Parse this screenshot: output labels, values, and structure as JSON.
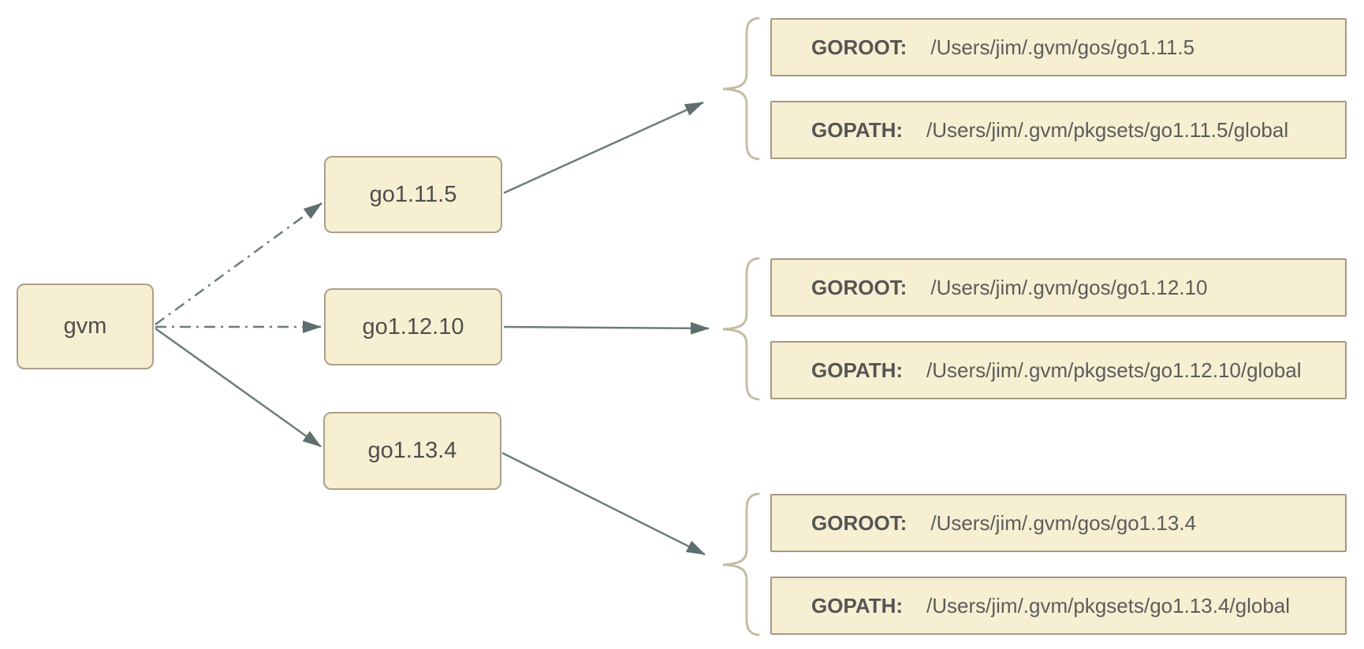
{
  "diagram": {
    "root": {
      "label": "gvm"
    },
    "labels": {
      "goroot": "GOROOT:",
      "gopath": "GOPATH:"
    },
    "versions": [
      {
        "label": "go1.11.5",
        "goroot": "/Users/jim/.gvm/gos/go1.11.5",
        "gopath": "/Users/jim/.gvm/pkgsets/go1.11.5/global",
        "link_from_root": "dash-dot"
      },
      {
        "label": "go1.12.10",
        "goroot": "/Users/jim/.gvm/gos/go1.12.10",
        "gopath": "/Users/jim/.gvm/pkgsets/go1.12.10/global",
        "link_from_root": "dash-dot"
      },
      {
        "label": "go1.13.4",
        "goroot": "/Users/jim/.gvm/gos/go1.13.4",
        "gopath": "/Users/jim/.gvm/pkgsets/go1.13.4/global",
        "link_from_root": "solid"
      }
    ],
    "colors": {
      "background": "#ffffff",
      "box_fill": "#f6efd1",
      "box_border": "#a9a08c",
      "connector": "#6b7d7d",
      "arrowhead": "#5d6f6f",
      "brace": "#c5bca2",
      "text": "#4e4e4e"
    }
  }
}
